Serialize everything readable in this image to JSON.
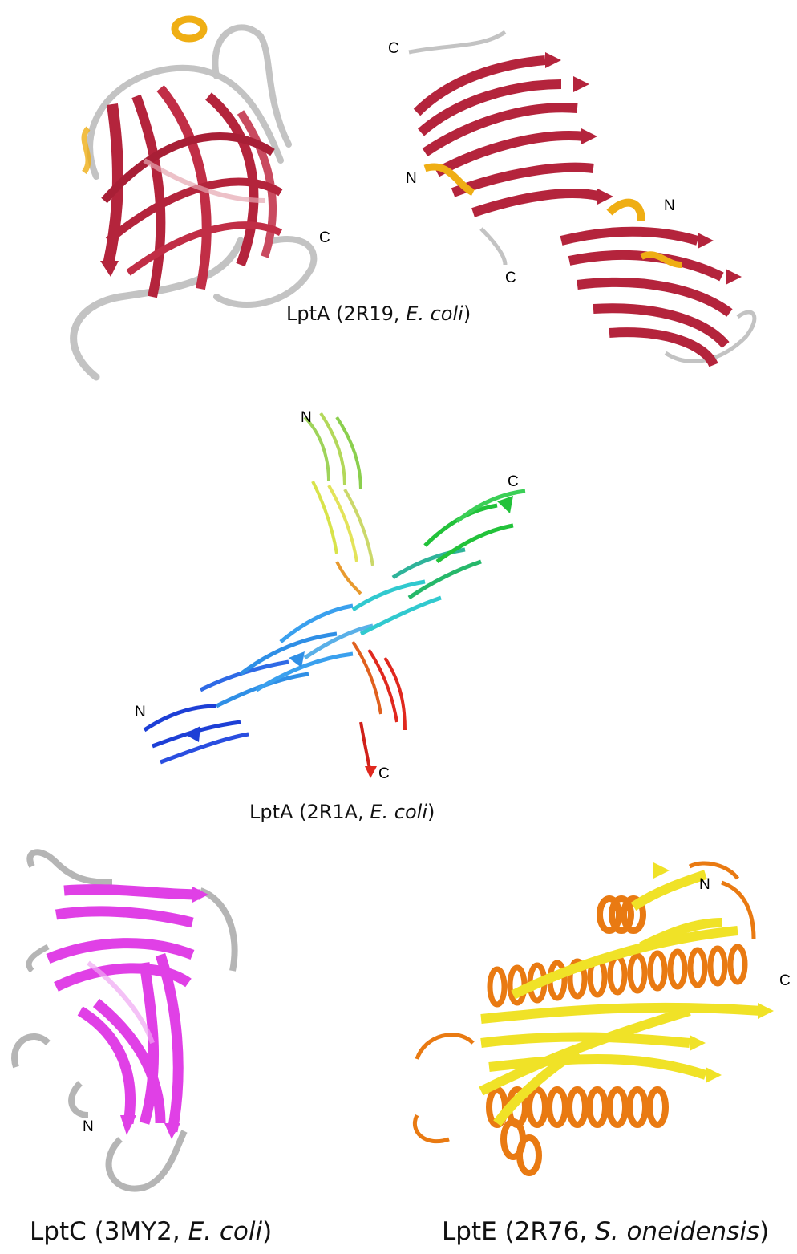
{
  "panels": {
    "lpta_2r19": {
      "caption": {
        "name": "LptA",
        "pdb": "2R19",
        "organism": "E. coli"
      },
      "side_view_labels": {
        "c": "C"
      },
      "dimer_labels": {
        "c_top": "C",
        "n_left": "N",
        "c_mid": "C",
        "n_right": "N"
      },
      "colors": {
        "strand": "#b4243c",
        "helix": "#efae14",
        "loop": "#c3c3c3"
      }
    },
    "lpta_2r1a": {
      "caption": {
        "name": "LptA",
        "pdb": "2R1A",
        "organism": "E. coli"
      },
      "labels": {
        "n_top": "N",
        "c_right": "C",
        "n_left": "N",
        "c_bottom": "C"
      },
      "colors": {
        "blue": "#1d3fd6",
        "sky": "#2f8fe6",
        "cyan": "#31c9cf",
        "green": "#22c23a",
        "yellow": "#d8e34a",
        "orange": "#e89a2e",
        "red": "#e0281e"
      }
    },
    "lptc_3my2": {
      "caption": {
        "name": "LptC",
        "pdb": "3MY2",
        "organism": "E. coli"
      },
      "labels": {
        "n": "N"
      },
      "colors": {
        "strand": "#e040e6",
        "loop": "#b5b5b5"
      }
    },
    "lpte_2r76": {
      "caption": {
        "name": "LptE",
        "pdb": "2R76",
        "organism": "S. oneidensis"
      },
      "labels": {
        "n": "N",
        "c": "C"
      },
      "colors": {
        "strand": "#f0e227",
        "helix": "#e97a12"
      }
    }
  }
}
